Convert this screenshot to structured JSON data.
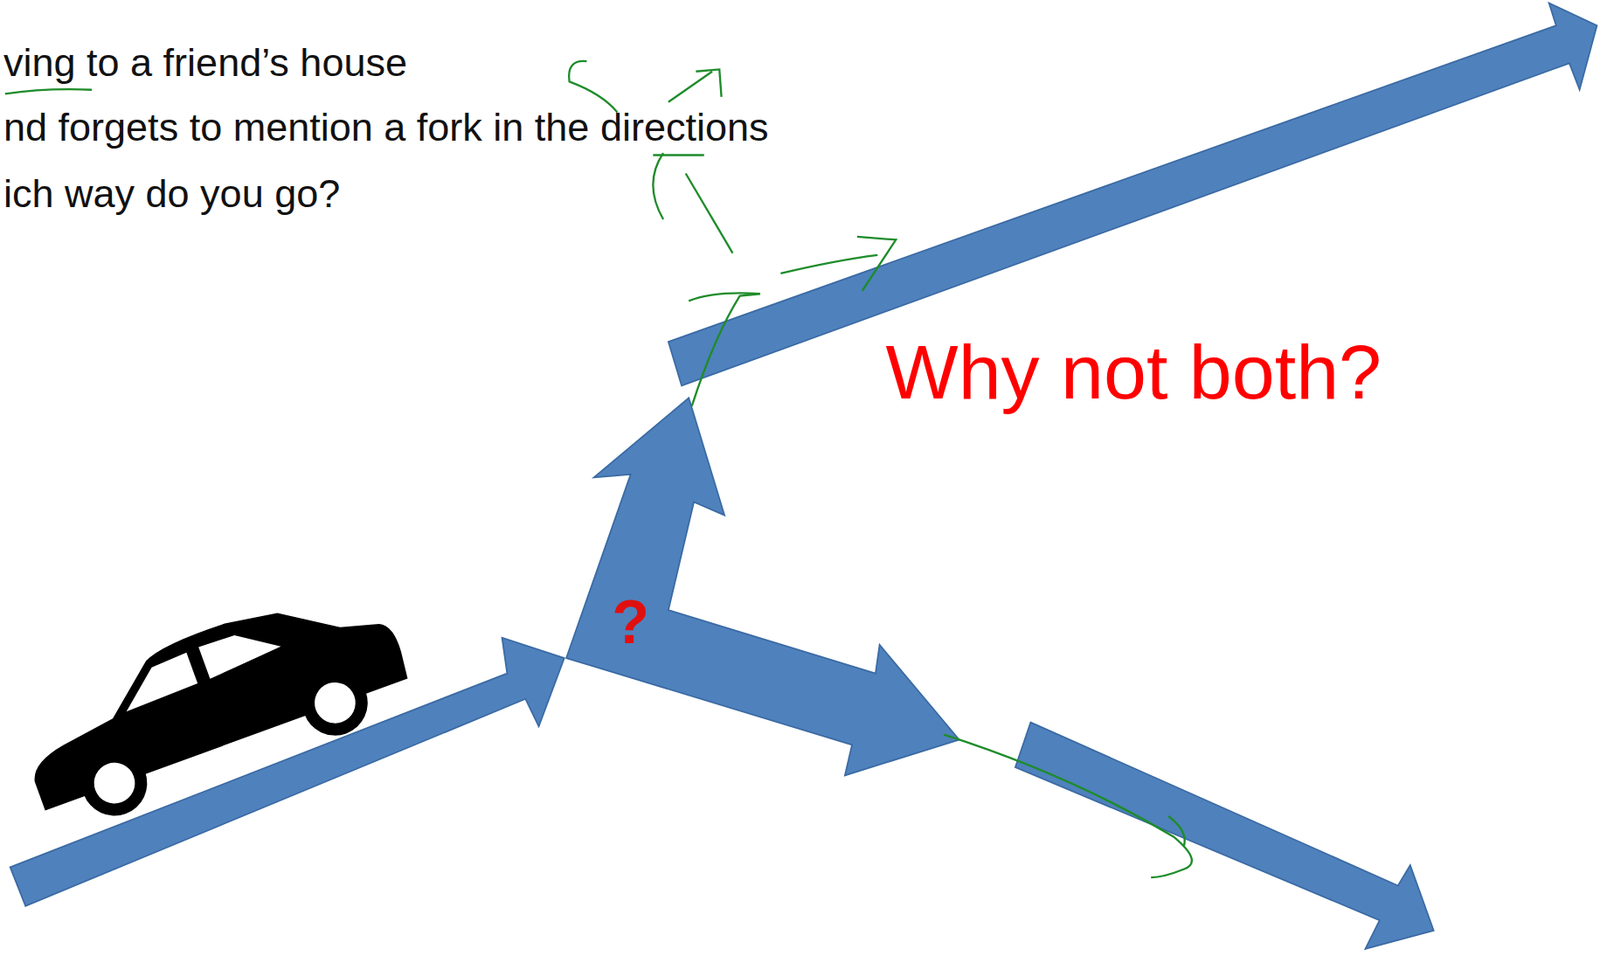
{
  "diagram": {
    "labels": [
      "ving to a friend’s house",
      "nd forgets to mention a fork in the directions",
      "ich way do you go?",
      "?",
      "Why not both?"
    ]
  }
}
